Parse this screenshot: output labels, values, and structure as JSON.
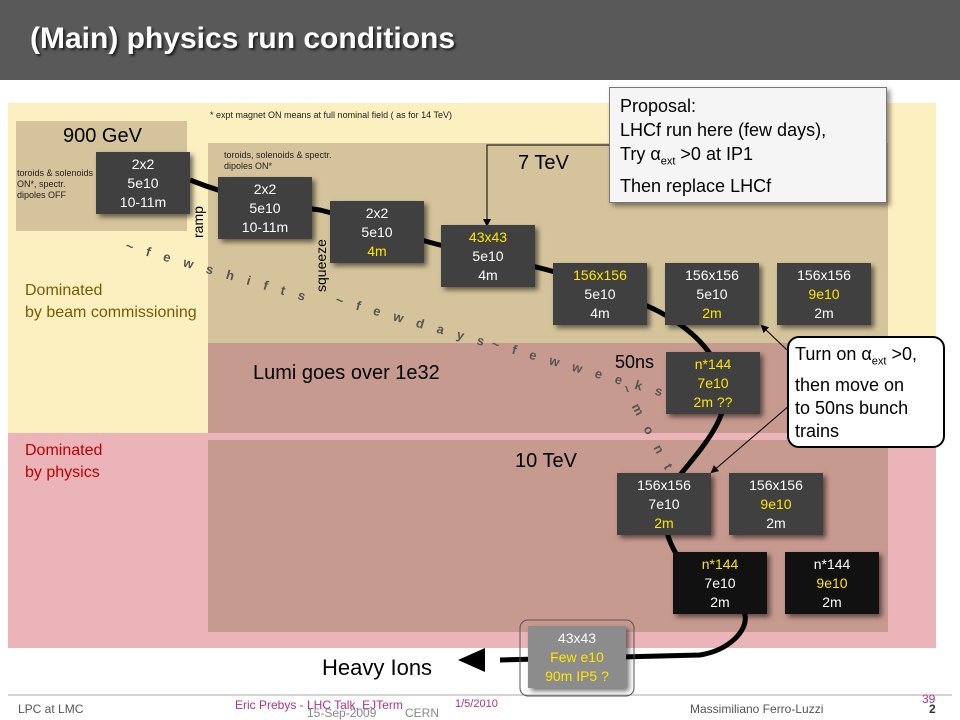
{
  "title": "(Main) physics run conditions",
  "footnote": "* expt magnet ON means at full nominal field ( as for 14 TeV)",
  "regions": {
    "e900": "900 GeV",
    "e7": "7 TeV",
    "e10": "10 TeV",
    "toroids_off": "toroids & solenoids ON*, spectr. dipoles OFF",
    "toroids_on": "toroids, solenoids & spectr. dipoles ON*"
  },
  "labels": {
    "dominated_beam_1": "Dominated",
    "dominated_beam_2": "by beam commissioning",
    "dominated_physics_1": "Dominated",
    "dominated_physics_2": "by physics",
    "lumi": "Lumi goes over 1e32",
    "ramp": "ramp",
    "squeeze": "squeeze",
    "ns50": "50ns",
    "heavy_ions": "Heavy Ions",
    "few_shifts": "~ f e w  s h i f t s",
    "few_days": "~ f e w  d a y s",
    "few_weeks": "~ f e w  w e e k s",
    "months": "~ m o n t h s"
  },
  "proposal": {
    "line1": "Proposal:",
    "line2": "LHCf run here (few days),",
    "line3_a": "Try ",
    "line3_alpha": "α",
    "line3_sub": "ext",
    "line3_b": " >0 at IP1",
    "line4": "Then replace LHCf"
  },
  "turnon": {
    "a": "Turn on ",
    "alpha": "α",
    "sub": "ext",
    "b": " >0,",
    "line2": "then move on",
    "line3": "to 50ns bunch",
    "line4": "trains"
  },
  "boxes": {
    "b1": [
      "2x2",
      "5e10",
      "10-11m"
    ],
    "b2": [
      "2x2",
      "5e10",
      "10-11m"
    ],
    "b3": [
      "2x2",
      "5e10",
      "4m"
    ],
    "b4": [
      "43x43",
      "5e10",
      "4m"
    ],
    "b5": [
      "156x156",
      "5e10",
      "4m"
    ],
    "b6": [
      "156x156",
      "5e10",
      "2m"
    ],
    "b7": [
      "156x156",
      "9e10",
      "2m"
    ],
    "b8": [
      "n*144",
      "7e10",
      "2m ??"
    ],
    "b9": [
      "156x156",
      "7e10",
      "2m"
    ],
    "b10": [
      "156x156",
      "9e10",
      "2m"
    ],
    "b11": [
      "n*144",
      "7e10",
      "2m"
    ],
    "b12": [
      "n*144",
      "9e10",
      "2m"
    ],
    "b13": [
      "43x43",
      "Few e10",
      "90m IP5 ?"
    ]
  },
  "footer": {
    "left": "LPC at LMC",
    "center1": "Eric Prebys - LHC Talk, EJTerm",
    "center2": "15-Sep-2009",
    "center3": "CERN",
    "date": "1/5/2010",
    "author": "Massimiliano Ferro-Luzzi",
    "page1": "39",
    "page2": "2"
  },
  "colors": {
    "title_bar": "#595959",
    "yellow_band": "#fdf0c0",
    "red_band": "#ebb4b8",
    "highlight": "#ffe600",
    "beam_text": "#7a5a00",
    "physics_text": "#c00000"
  }
}
